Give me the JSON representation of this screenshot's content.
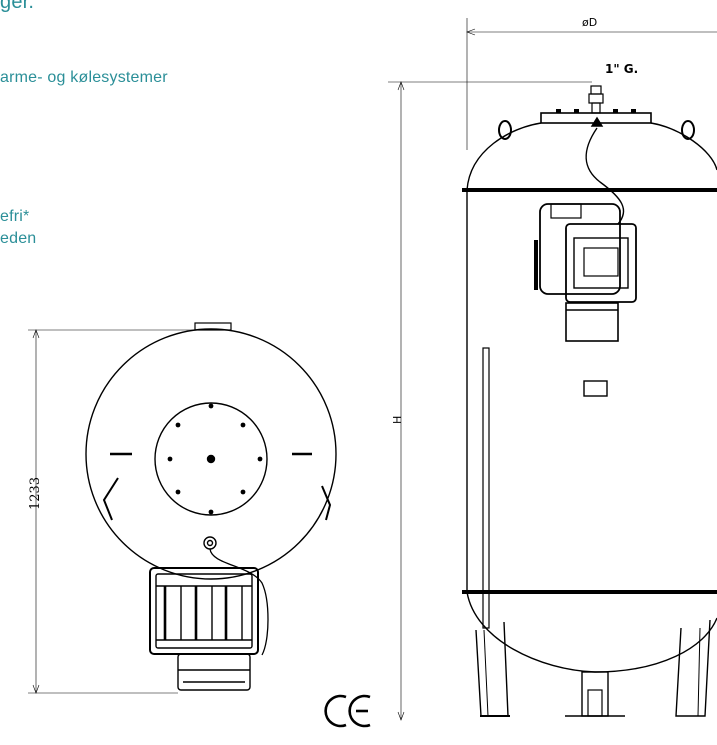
{
  "header": {
    "title_fragment": "ger."
  },
  "features": {
    "line1": "arme- og kølesystemer",
    "line2": "efri*",
    "line3": "eden"
  },
  "drawing": {
    "diameter_label": "øD",
    "connection_label": "1\"  G.",
    "height_label": "H",
    "top_view_height": "1233",
    "certification_mark": "CE"
  },
  "colors": {
    "accent": "#2b8f98",
    "ink": "#000000"
  }
}
